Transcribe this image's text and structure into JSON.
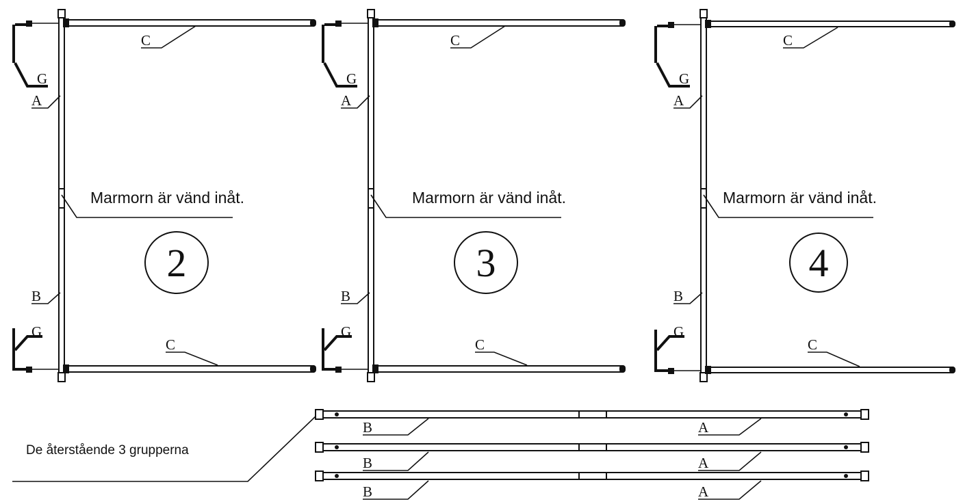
{
  "frames": [
    {
      "number": "2",
      "note": "Marmorn är vänd inåt.",
      "labels": {
        "top_g": "G",
        "top_a": "A",
        "top_c": "C",
        "bottom_b": "B",
        "bottom_g": "G",
        "bottom_c": "C"
      }
    },
    {
      "number": "3",
      "note": "Marmorn är vänd inåt.",
      "labels": {
        "top_g": "G",
        "top_a": "A",
        "top_c": "C",
        "bottom_b": "B",
        "bottom_g": "G",
        "bottom_c": "C"
      }
    },
    {
      "number": "4",
      "note": "Marmorn är vänd inåt.",
      "labels": {
        "top_g": "G",
        "top_a": "A",
        "top_c": "C",
        "bottom_b": "B",
        "bottom_g": "G",
        "bottom_c": "C"
      }
    }
  ],
  "remaining": {
    "caption": "De återstående 3 grupperna",
    "rods": [
      {
        "left_label": "B",
        "right_label": "A"
      },
      {
        "left_label": "B",
        "right_label": "A"
      },
      {
        "left_label": "B",
        "right_label": "A"
      }
    ]
  }
}
